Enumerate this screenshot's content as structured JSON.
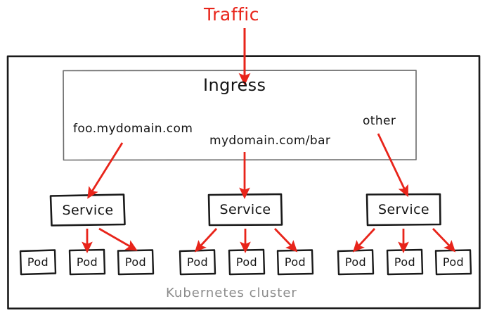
{
  "diagram": {
    "title": "Kubernetes Ingress traffic routing diagram",
    "style": "hand-drawn whiteboard sketch",
    "colors": {
      "arrow": "#e8241a",
      "traffic_text": "#e8241a",
      "ink": "#141414",
      "cluster_caption": "#8c8c8c",
      "background": "#ffffff"
    },
    "traffic": {
      "label": "Traffic"
    },
    "cluster": {
      "caption": "Kubernetes cluster"
    },
    "ingress": {
      "label": "Ingress"
    },
    "routes": [
      {
        "id": "route-foo",
        "label": "foo.mydomain.com"
      },
      {
        "id": "route-bar",
        "label": "mydomain.com/bar"
      },
      {
        "id": "route-other",
        "label": "other"
      }
    ],
    "services": [
      {
        "id": "service-left",
        "label": "Service"
      },
      {
        "id": "service-middle",
        "label": "Service"
      },
      {
        "id": "service-right",
        "label": "Service"
      }
    ],
    "pods": [
      {
        "id": "pod-1",
        "label": "Pod",
        "group": "service-left"
      },
      {
        "id": "pod-2",
        "label": "Pod",
        "group": "service-left"
      },
      {
        "id": "pod-3",
        "label": "Pod",
        "group": "service-left"
      },
      {
        "id": "pod-4",
        "label": "Pod",
        "group": "service-middle"
      },
      {
        "id": "pod-5",
        "label": "Pod",
        "group": "service-middle"
      },
      {
        "id": "pod-6",
        "label": "Pod",
        "group": "service-middle"
      },
      {
        "id": "pod-7",
        "label": "Pod",
        "group": "service-right"
      },
      {
        "id": "pod-8",
        "label": "Pod",
        "group": "service-right"
      },
      {
        "id": "pod-9",
        "label": "Pod",
        "group": "service-right"
      }
    ]
  }
}
